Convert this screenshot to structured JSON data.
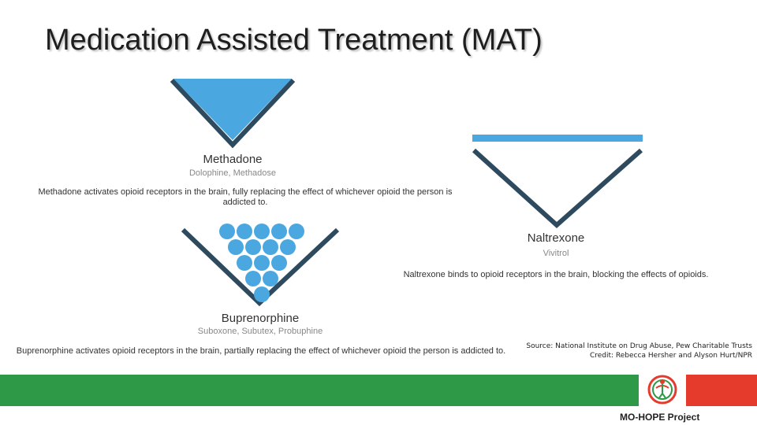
{
  "slide": {
    "title": "Medication Assisted Treatment (MAT)"
  },
  "methadone": {
    "name": "Methadone",
    "brands": "Dolophine, Methadose",
    "description": "Methadone activates opioid receptors in the brain, fully replacing the effect of whichever opioid the person is addicted to."
  },
  "buprenorphine": {
    "name": "Buprenorphine",
    "brands": "Suboxone, Subutex, Probuphine",
    "description": "Buprenorphine activates opioid receptors in the brain, partially replacing the effect of whichever opioid the person is addicted to."
  },
  "naltrexone": {
    "name": "Naltrexone",
    "brands": "Vivitrol",
    "description": "Naltrexone binds to opioid receptors in the brain, blocking the effects of opioids."
  },
  "source": {
    "line1": "Source: National Institute on Drug Abuse, Pew Charitable Trusts",
    "line2": "Credit: Rebecca Hersher and Alyson Hurt/NPR"
  },
  "footer": {
    "logo_text": "MO-HOPE Project"
  },
  "colors": {
    "receptor": "#2d4a5f",
    "drug": "#4aa7df",
    "band_green": "#2e9a47",
    "band_red": "#e53b2c"
  }
}
